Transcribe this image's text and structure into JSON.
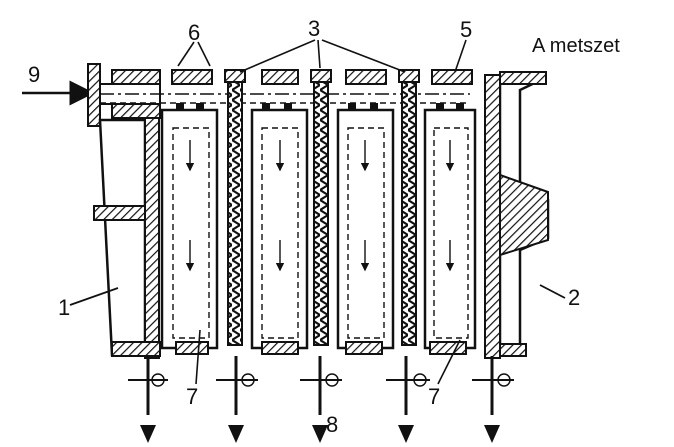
{
  "title": "A metszet",
  "labels": {
    "l1": "1",
    "l2": "2",
    "l3": "3",
    "l5": "5",
    "l6": "6",
    "l7a": "7",
    "l7b": "7",
    "l8": "8",
    "l9": "9"
  },
  "colors": {
    "ink": "#111111",
    "background": "#ffffff"
  }
}
